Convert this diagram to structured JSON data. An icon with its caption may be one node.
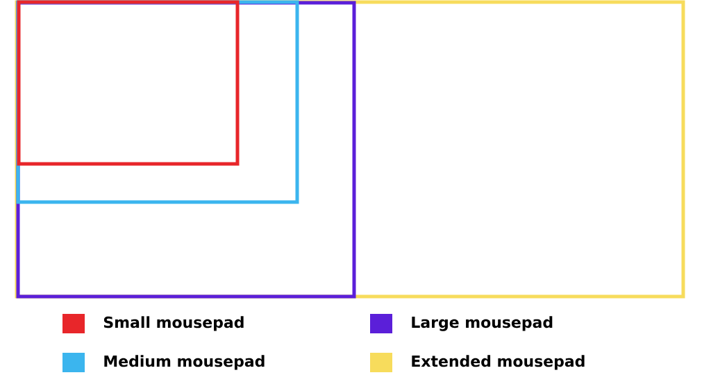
{
  "diagram": {
    "legend": [
      {
        "text": "Small mousepad",
        "color": "#e8262a"
      },
      {
        "text": "Medium mousepad",
        "color": "#3bb5ee"
      },
      {
        "text": "Large mousepad",
        "color": "#5b1fd9"
      },
      {
        "text": "Extended mousepad",
        "color": "#f7dc5c"
      }
    ]
  }
}
